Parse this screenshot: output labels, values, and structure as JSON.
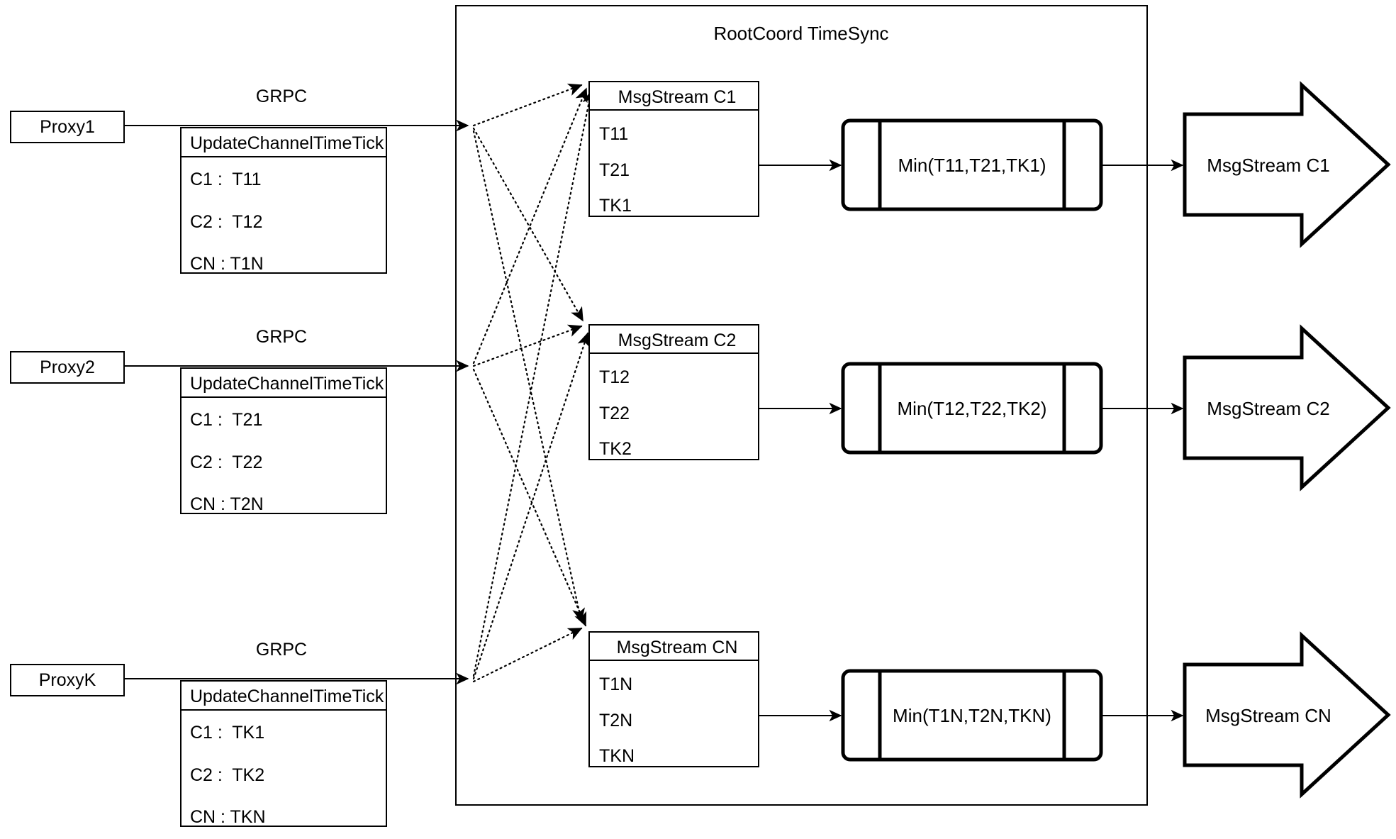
{
  "diagram": {
    "title": "RootCoord TimeSync",
    "container_label": "RootCoord TimeSync"
  },
  "proxies": [
    {
      "name": "Proxy1",
      "link_label": "GRPC",
      "table": {
        "header": "UpdateChannelTimeTick",
        "rows": [
          "C1 :  T11",
          "C2 :  T12",
          "CN : T1N"
        ]
      }
    },
    {
      "name": "Proxy2",
      "link_label": "GRPC",
      "table": {
        "header": "UpdateChannelTimeTick",
        "rows": [
          "C1 :  T21",
          "C2 :  T22",
          "CN : T2N"
        ]
      }
    },
    {
      "name": "ProxyK",
      "link_label": "GRPC",
      "table": {
        "header": "UpdateChannelTimeTick",
        "rows": [
          "C1 :  TK1",
          "C2 :  TK2",
          "CN : TKN"
        ]
      }
    }
  ],
  "channels": [
    {
      "msgstream": {
        "header": "MsgStream C1",
        "rows": [
          "T11",
          "T21",
          "TK1"
        ]
      },
      "min_node": "Min(T11,T21,TK1)",
      "output": "MsgStream C1"
    },
    {
      "msgstream": {
        "header": "MsgStream C2",
        "rows": [
          "T12",
          "T22",
          "TK2"
        ]
      },
      "min_node": "Min(T12,T22,TK2)",
      "output": "MsgStream C2"
    },
    {
      "msgstream": {
        "header": "MsgStream CN",
        "rows": [
          "T1N",
          "T2N",
          "TKN"
        ]
      },
      "min_node": "Min(T1N,T2N,TKN)",
      "output": "MsgStream CN"
    }
  ],
  "colors": {
    "stroke": "#000000",
    "fill": "#ffffff",
    "text": "#000000"
  }
}
